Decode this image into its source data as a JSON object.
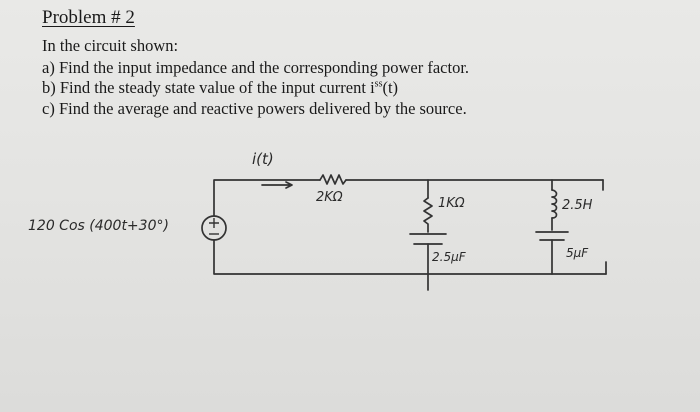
{
  "problem": {
    "title": "Problem # 2",
    "intro": "In the circuit shown:",
    "parts": [
      {
        "label": "a)",
        "text": "Find the input impedance and the corresponding power factor."
      },
      {
        "label": "b)",
        "text": "Find the steady state value of the input current i",
        "sup": "ss",
        "suffix": "(t)"
      },
      {
        "label": "c)",
        "text": "Find the average and reactive powers delivered by the source."
      }
    ]
  },
  "circuit": {
    "current_label": "i(t)",
    "source_label": "120 Cos (400t+30°)",
    "source_symbol": "+ / −",
    "components": {
      "resistor_series": "2KΩ",
      "resistor_branch": "1KΩ",
      "capacitor_branch1": "2.5μF",
      "inductor_branch2": "2.5H",
      "capacitor_branch2": "5μF"
    }
  }
}
